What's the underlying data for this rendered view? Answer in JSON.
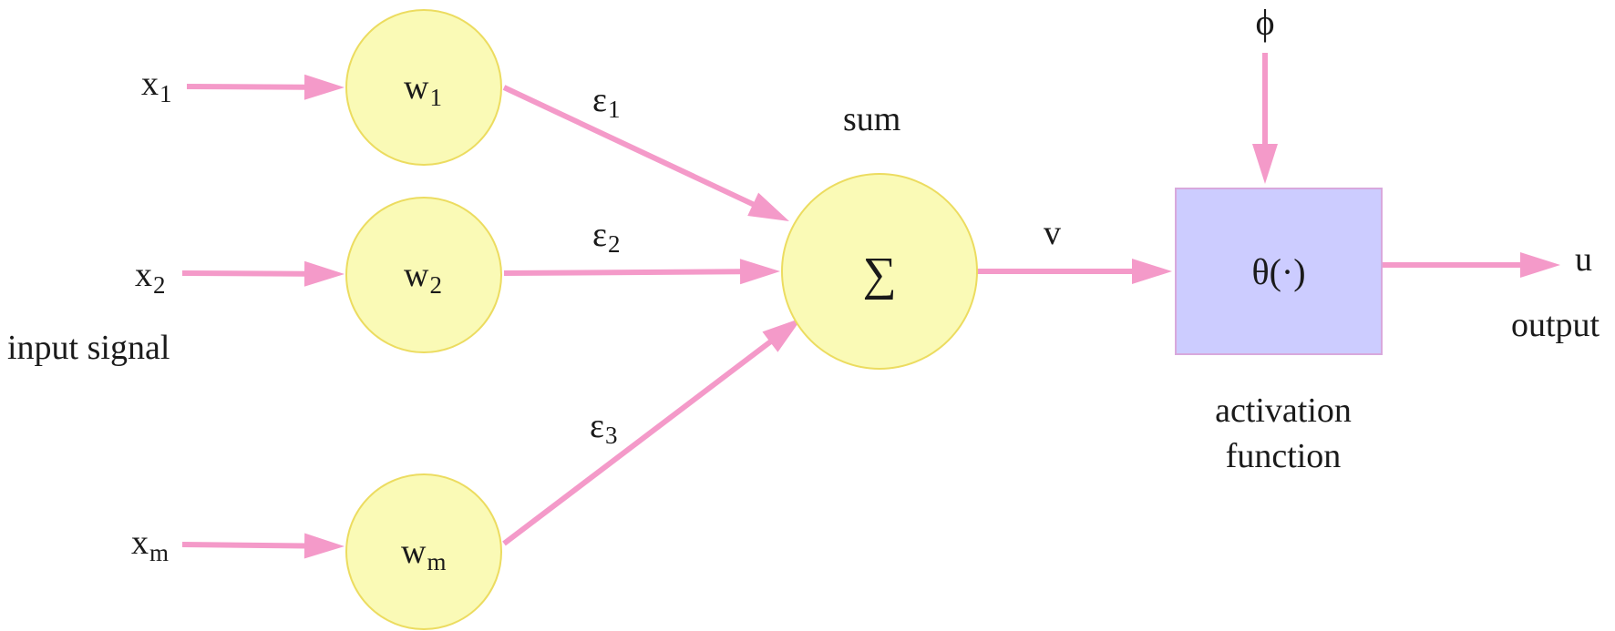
{
  "colors": {
    "arrow": "#f49ac9",
    "node_fill": "#fafab6",
    "node_stroke": "#ecdc60",
    "box_fill": "#ccccff",
    "box_stroke": "#d8a8dc",
    "text": "#1a1a1a"
  },
  "inputs": [
    {
      "base": "x",
      "sub": "1"
    },
    {
      "base": "x",
      "sub": "2"
    },
    {
      "base": "x",
      "sub": "m"
    }
  ],
  "weights": [
    {
      "base": "w",
      "sub": "1"
    },
    {
      "base": "w",
      "sub": "2"
    },
    {
      "base": "w",
      "sub": "m"
    }
  ],
  "edges": [
    {
      "base": "ε",
      "sub": "1"
    },
    {
      "base": "ε",
      "sub": "2"
    },
    {
      "base": "ε",
      "sub": "3"
    }
  ],
  "input_caption": "input signal",
  "sum": {
    "symbol": "∑",
    "caption": "sum"
  },
  "v_label": "v",
  "activation": {
    "symbol": "θ(·)",
    "caption_line1": "activation",
    "caption_line2": "function",
    "param": "ϕ"
  },
  "output": {
    "label": "u",
    "caption": "output"
  }
}
